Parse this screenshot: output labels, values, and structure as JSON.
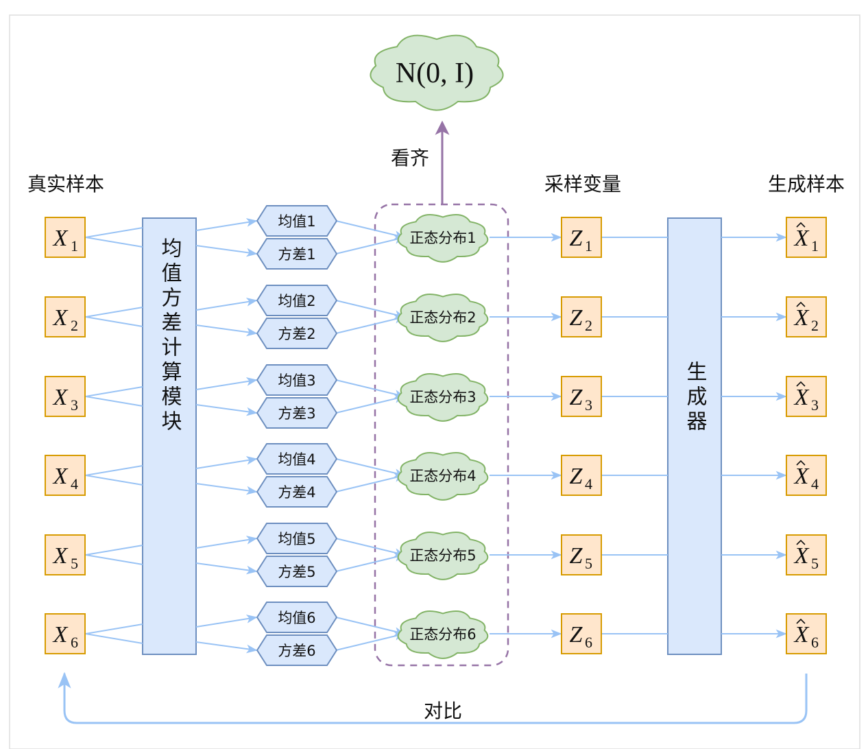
{
  "labels": {
    "real_samples": "真实样本",
    "sampling_variables": "采样变量",
    "generated_samples": "生成样本",
    "align": "看齐",
    "compare": "对比"
  },
  "prior": {
    "label": "N(0, I)"
  },
  "modules": {
    "mean_var_module": "均值方差计算模块",
    "generator": "生成器"
  },
  "rows": [
    {
      "x_sub": "1",
      "mean": "均值1",
      "var": "方差1",
      "normal": "正态分布1",
      "z_sub": "1"
    },
    {
      "x_sub": "2",
      "mean": "均值2",
      "var": "方差2",
      "normal": "正态分布2",
      "z_sub": "2"
    },
    {
      "x_sub": "3",
      "mean": "均值3",
      "var": "方差3",
      "normal": "正态分布3",
      "z_sub": "3"
    },
    {
      "x_sub": "4",
      "mean": "均值4",
      "var": "方差4",
      "normal": "正态分布4",
      "z_sub": "4"
    },
    {
      "x_sub": "5",
      "mean": "均值5",
      "var": "方差5",
      "normal": "正态分布5",
      "z_sub": "5"
    },
    {
      "x_sub": "6",
      "mean": "均值6",
      "var": "方差6",
      "normal": "正态分布6",
      "z_sub": "6"
    }
  ],
  "colors": {
    "sample_fill": "#ffe6cc",
    "sample_stroke": "#d79b00",
    "module_fill": "#dae8fc",
    "module_stroke": "#6c8ebf",
    "cloud_fill": "#d5e8d4",
    "cloud_stroke": "#82b366",
    "arrow": "#99c3f5",
    "purple": "#9673a6"
  }
}
